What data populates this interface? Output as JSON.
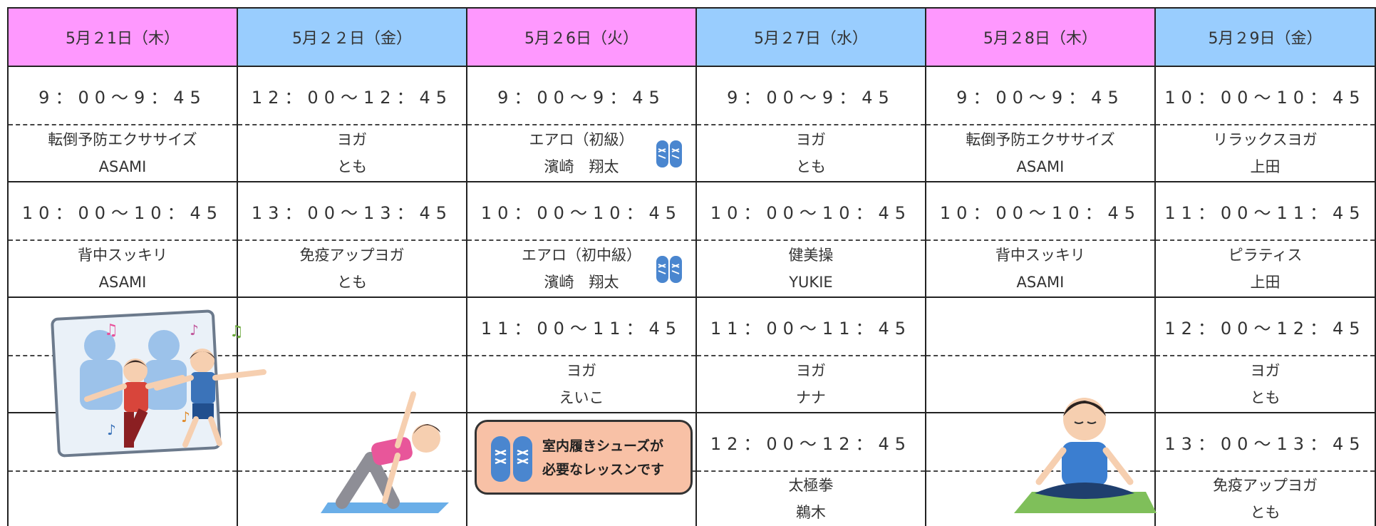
{
  "days": [
    {
      "date": "5月２1日（木）",
      "color": "#fe98fe",
      "slots": [
        {
          "time": "9：00〜9：45",
          "lesson": "転倒予防エクササイズ",
          "instructor": "ASAMI",
          "shoes": false
        },
        {
          "time": "10：00〜10：45",
          "lesson": "背中スッキリ",
          "instructor": "ASAMI",
          "shoes": false
        },
        {
          "time": "",
          "lesson": "",
          "instructor": "",
          "shoes": false
        },
        {
          "time": "",
          "lesson": "",
          "instructor": "",
          "shoes": false
        }
      ]
    },
    {
      "date": "5月２２日（金）",
      "color": "#99cdfe",
      "slots": [
        {
          "time": "12：00〜12：45",
          "lesson": "ヨガ",
          "instructor": "とも",
          "shoes": false
        },
        {
          "time": "13：00〜13：45",
          "lesson": "免疫アップヨガ",
          "instructor": "とも",
          "shoes": false
        },
        {
          "time": "",
          "lesson": "",
          "instructor": "",
          "shoes": false
        },
        {
          "time": "",
          "lesson": "",
          "instructor": "",
          "shoes": false
        }
      ]
    },
    {
      "date": "5月２6日（火）",
      "color": "#fe98fe",
      "slots": [
        {
          "time": "9：00〜9：45",
          "lesson": "エアロ（初級）",
          "instructor": "濱崎　翔太",
          "shoes": true
        },
        {
          "time": "10：00〜10：45",
          "lesson": "エアロ（初中級）",
          "instructor": "濱崎　翔太",
          "shoes": true
        },
        {
          "time": "11：00〜11：45",
          "lesson": "ヨガ",
          "instructor": "えいこ",
          "shoes": false
        },
        {
          "time": "",
          "lesson": "",
          "instructor": "",
          "shoes": false
        }
      ]
    },
    {
      "date": "5月２7日（水）",
      "color": "#99cdfe",
      "slots": [
        {
          "time": "9：00〜9：45",
          "lesson": "ヨガ",
          "instructor": "とも",
          "shoes": false
        },
        {
          "time": "10：00〜10：45",
          "lesson": "健美操",
          "instructor": "YUKIE",
          "shoes": false
        },
        {
          "time": "11：00〜11：45",
          "lesson": "ヨガ",
          "instructor": "ナナ",
          "shoes": false
        },
        {
          "time": "12：00〜12：45",
          "lesson": "太極拳",
          "instructor": "鵜木",
          "shoes": false
        }
      ]
    },
    {
      "date": "5月２8日（木）",
      "color": "#fe98fe",
      "slots": [
        {
          "time": "9：00〜9：45",
          "lesson": "転倒予防エクササイズ",
          "instructor": "ASAMI",
          "shoes": false
        },
        {
          "time": "10：00〜10：45",
          "lesson": "背中スッキリ",
          "instructor": "ASAMI",
          "shoes": false
        },
        {
          "time": "",
          "lesson": "",
          "instructor": "",
          "shoes": false
        },
        {
          "time": "",
          "lesson": "",
          "instructor": "",
          "shoes": false
        }
      ]
    },
    {
      "date": "5月２9日（金）",
      "color": "#99cdfe",
      "slots": [
        {
          "time": "10：00〜10：45",
          "lesson": "リラックスヨガ",
          "instructor": "上田",
          "shoes": false
        },
        {
          "time": "11：00〜11：45",
          "lesson": "ピラティス",
          "instructor": "上田",
          "shoes": false
        },
        {
          "time": "12：00〜12：45",
          "lesson": "ヨガ",
          "instructor": "とも",
          "shoes": false
        },
        {
          "time": "13：00〜13：45",
          "lesson": "免疫アップヨガ",
          "instructor": "とも",
          "shoes": false
        }
      ]
    }
  ],
  "notice": {
    "line1": "室内履きシューズが",
    "line2": "必要なレッスンです"
  },
  "icons": {
    "shoes": "indoor-shoes-icon",
    "dance": "dancing-kids-illustration",
    "yoga_triangle": "yoga-triangle-pose-illustration",
    "meditation": "meditation-illustration"
  },
  "colors": {
    "header_pink": "#fe98fe",
    "header_blue": "#99cdfe",
    "notice_bg": "#f8c1a6",
    "shoe_blue": "#4a86cf"
  }
}
